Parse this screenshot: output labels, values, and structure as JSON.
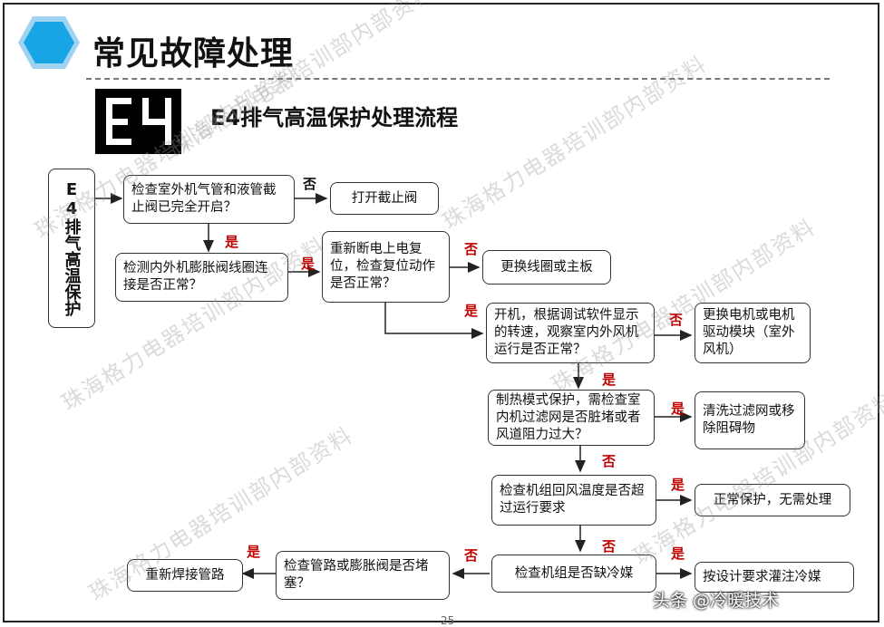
{
  "header": {
    "title": "常见故障处理",
    "error_code": "E4",
    "flow_title": "E4排气高温保护处理流程"
  },
  "start": {
    "label": "E4排气高温保护"
  },
  "nodes": {
    "check_valve": "检查室外机气管和液管截止阀已完全开启？",
    "open_valve": "打开截止阀",
    "check_coil": "检测内外机膨胀阀线圈连接是否正常？",
    "reset_power": "重新断电上电复位，检查复位动作是否正常？",
    "replace_coil": "更换线圈或主板",
    "check_fan": "开机，根据调试软件显示的转速，观察室内外风机运行是否正常？",
    "replace_motor": "更换电机或电机驱动模块（室外风机）",
    "heat_mode": "制热模式保护，需检查室内机过滤网是否脏堵或者风道阻力过大？",
    "clean_filter": "清洗过滤网或移除阻碍物",
    "check_return_air": "检查机组回风温度是否超过运行要求",
    "normal_protect": "正常保护，无需处理",
    "check_refrigerant": "检查机组是否缺冷媒",
    "check_pipe": "检查管路或膨胀阀是否堵塞？",
    "reweld": "重新焊接管路",
    "charge": "按设计要求灌注冷媒"
  },
  "labels": {
    "yes": "是",
    "no": "否"
  },
  "watermarks": {
    "text": "珠海格力电器培训部内部资料"
  },
  "footer": {
    "page": "25",
    "source": "头条 @冷暖技术"
  }
}
